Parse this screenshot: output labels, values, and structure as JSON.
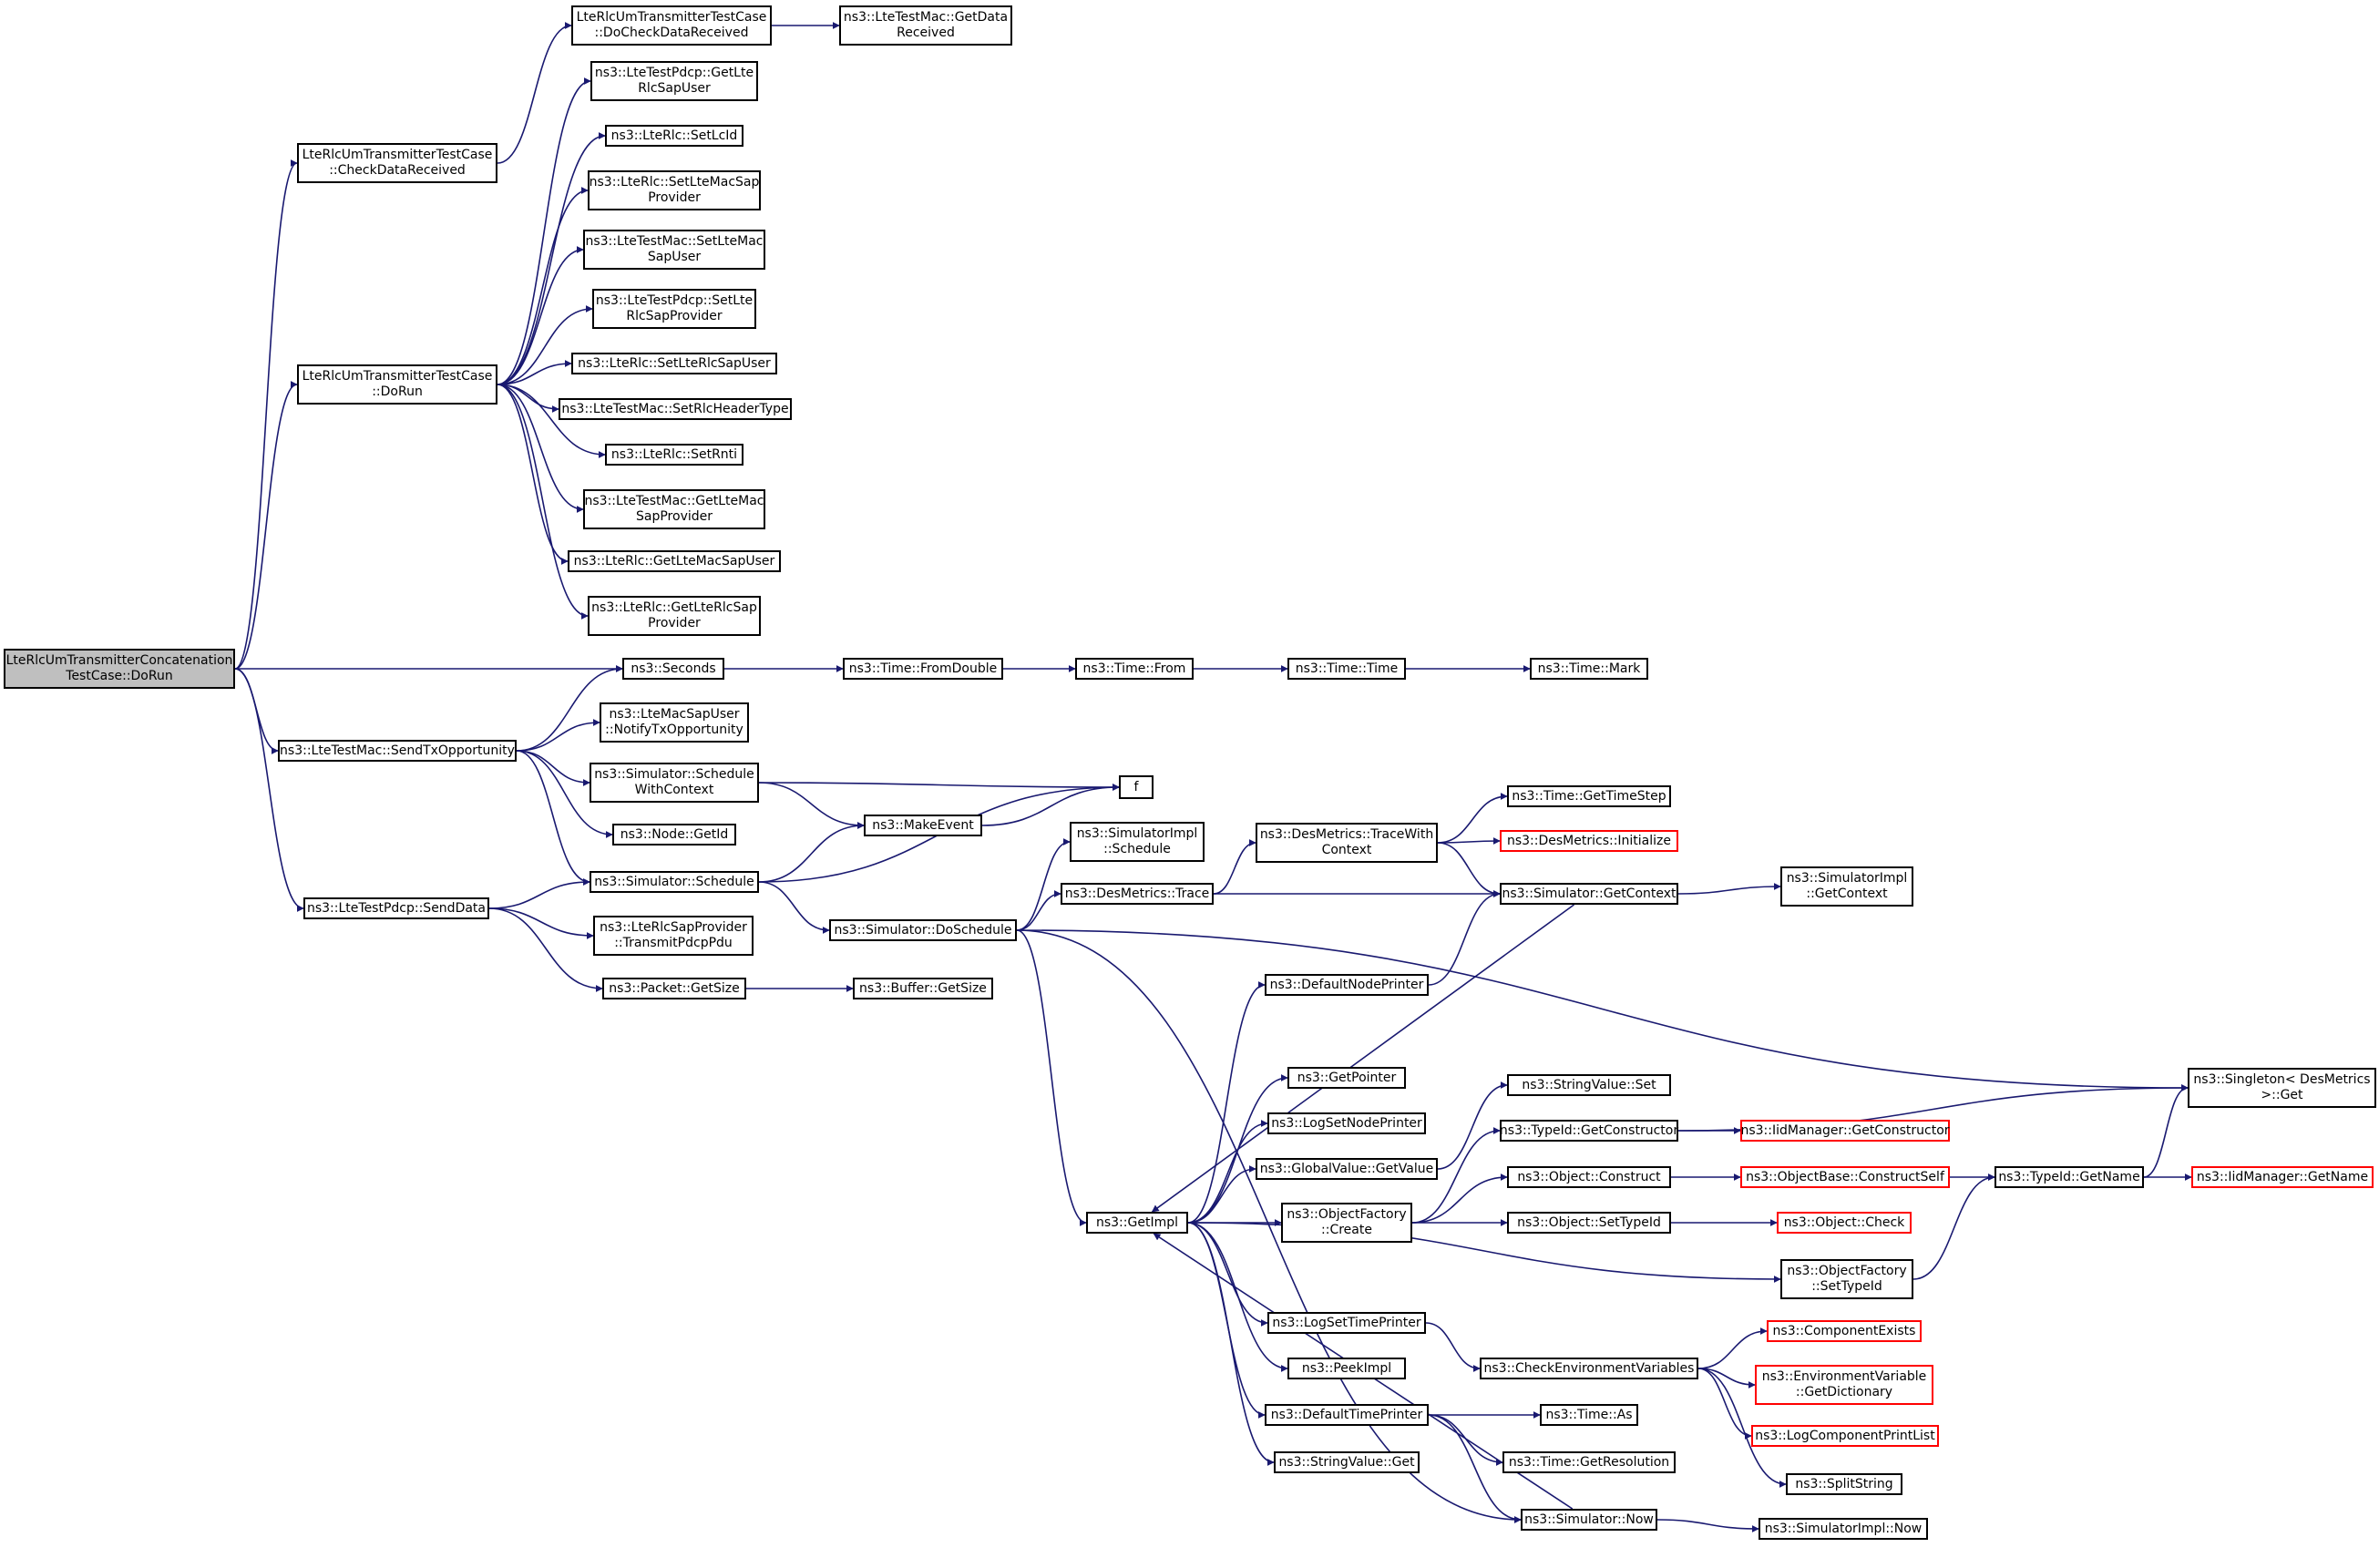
{
  "colors": {
    "edge": "#191970",
    "node_border": "#000000",
    "external_border": "#ff0000",
    "root_fill": "#bfbfbf"
  },
  "nodes": {
    "root": "LteRlcUmTransmitterConcatenation\nTestCase::DoRun",
    "check_data_received": "LteRlcUmTransmitterTestCase\n::CheckDataReceived",
    "do_check_data_received": "LteRlcUmTransmitterTestCase\n::DoCheckDataReceived",
    "mac_get_data_received": "ns3::LteTestMac::GetData\nReceived",
    "tester_dorun": "LteRlcUmTransmitterTestCase\n::DoRun",
    "pdcp_get_lte_rlc_sap_user": "ns3::LteTestPdcp::GetLte\nRlcSapUser",
    "rlc_set_lcid": "ns3::LteRlc::SetLcId",
    "rlc_set_lte_mac_sap_provider": "ns3::LteRlc::SetLteMacSap\nProvider",
    "mac_set_lte_mac_sap_user": "ns3::LteTestMac::SetLteMac\nSapUser",
    "pdcp_set_lte_rlc_sap_provider": "ns3::LteTestPdcp::SetLte\nRlcSapProvider",
    "rlc_set_lte_rlc_sap_user": "ns3::LteRlc::SetLteRlcSapUser",
    "mac_set_rlc_header_type": "ns3::LteTestMac::SetRlcHeaderType",
    "rlc_set_rnti": "ns3::LteRlc::SetRnti",
    "mac_get_lte_mac_sap_provider": "ns3::LteTestMac::GetLteMac\nSapProvider",
    "rlc_get_lte_mac_sap_user": "ns3::LteRlc::GetLteMacSapUser",
    "rlc_get_lte_rlc_sap_provider": "ns3::LteRlc::GetLteRlcSap\nProvider",
    "seconds": "ns3::Seconds",
    "time_from_double": "ns3::Time::FromDouble",
    "time_from": "ns3::Time::From",
    "time_time": "ns3::Time::Time",
    "time_mark": "ns3::Time::Mark",
    "send_tx_opportunity": "ns3::LteTestMac::SendTxOpportunity",
    "notify_tx_opportunity": "ns3::LteMacSapUser\n::NotifyTxOpportunity",
    "schedule_with_context": "ns3::Simulator::Schedule\nWithContext",
    "f": "f",
    "node_get_id": "ns3::Node::GetId",
    "make_event": "ns3::MakeEvent",
    "pdcp_send_data": "ns3::LteTestPdcp::SendData",
    "simulator_schedule": "ns3::Simulator::Schedule",
    "transmit_pdcp_pdu": "ns3::LteRlcSapProvider\n::TransmitPdcpPdu",
    "packet_get_size": "ns3::Packet::GetSize",
    "buffer_get_size": "ns3::Buffer::GetSize",
    "do_schedule": "ns3::Simulator::DoSchedule",
    "impl_schedule": "ns3::SimulatorImpl\n::Schedule",
    "des_trace": "ns3::DesMetrics::Trace",
    "des_trace_with_context": "ns3::DesMetrics::TraceWith\nContext",
    "time_get_time_step": "ns3::Time::GetTimeStep",
    "des_initialize": "ns3::DesMetrics::Initialize",
    "sim_get_context": "ns3::Simulator::GetContext",
    "impl_get_context": "ns3::SimulatorImpl\n::GetContext",
    "default_node_printer": "ns3::DefaultNodePrinter",
    "singleton_get": "ns3::Singleton< DesMetrics\n>::Get",
    "get_pointer": "ns3::GetPointer",
    "log_set_node_printer": "ns3::LogSetNodePrinter",
    "global_value_get_value": "ns3::GlobalValue::GetValue",
    "string_value_set": "ns3::StringValue::Set",
    "typeid_get_constructor": "ns3::TypeId::GetConstructor",
    "iid_get_constructor": "ns3::IidManager::GetConstructor",
    "get_impl": "ns3::GetImpl",
    "object_factory_create": "ns3::ObjectFactory\n::Create",
    "object_construct": "ns3::Object::Construct",
    "object_base_construct_self": "ns3::ObjectBase::ConstructSelf",
    "typeid_get_name": "ns3::TypeId::GetName",
    "iid_get_name": "ns3::IidManager::GetName",
    "object_set_typeid": "ns3::Object::SetTypeId",
    "object_check": "ns3::Object::Check",
    "object_factory_set_typeid": "ns3::ObjectFactory\n::SetTypeId",
    "log_set_time_printer": "ns3::LogSetTimePrinter",
    "check_env_vars": "ns3::CheckEnvironmentVariables",
    "component_exists": "ns3::ComponentExists",
    "env_get_dictionary": "ns3::EnvironmentVariable\n::GetDictionary",
    "peek_impl": "ns3::PeekImpl",
    "log_component_print_list": "ns3::LogComponentPrintList",
    "default_time_printer": "ns3::DefaultTimePrinter",
    "time_as": "ns3::Time::As",
    "split_string": "ns3::SplitString",
    "time_get_resolution": "ns3::Time::GetResolution",
    "string_value_get": "ns3::StringValue::Get",
    "simulator_now": "ns3::Simulator::Now",
    "impl_now": "ns3::SimulatorImpl::Now"
  },
  "external_nodes": [
    "des_initialize",
    "iid_get_constructor",
    "object_base_construct_self",
    "iid_get_name",
    "object_check",
    "component_exists",
    "env_get_dictionary",
    "log_component_print_list"
  ],
  "edges": [
    [
      "root",
      "check_data_received"
    ],
    [
      "root",
      "tester_dorun"
    ],
    [
      "root",
      "seconds"
    ],
    [
      "root",
      "send_tx_opportunity"
    ],
    [
      "root",
      "pdcp_send_data"
    ],
    [
      "check_data_received",
      "do_check_data_received"
    ],
    [
      "do_check_data_received",
      "mac_get_data_received"
    ],
    [
      "tester_dorun",
      "pdcp_get_lte_rlc_sap_user"
    ],
    [
      "tester_dorun",
      "rlc_set_lcid"
    ],
    [
      "tester_dorun",
      "rlc_set_lte_mac_sap_provider"
    ],
    [
      "tester_dorun",
      "mac_set_lte_mac_sap_user"
    ],
    [
      "tester_dorun",
      "pdcp_set_lte_rlc_sap_provider"
    ],
    [
      "tester_dorun",
      "rlc_set_lte_rlc_sap_user"
    ],
    [
      "tester_dorun",
      "mac_set_rlc_header_type"
    ],
    [
      "tester_dorun",
      "rlc_set_rnti"
    ],
    [
      "tester_dorun",
      "mac_get_lte_mac_sap_provider"
    ],
    [
      "tester_dorun",
      "rlc_get_lte_mac_sap_user"
    ],
    [
      "tester_dorun",
      "rlc_get_lte_rlc_sap_provider"
    ],
    [
      "seconds",
      "time_from_double"
    ],
    [
      "time_from_double",
      "time_from"
    ],
    [
      "time_from",
      "time_time"
    ],
    [
      "time_time",
      "time_mark"
    ],
    [
      "send_tx_opportunity",
      "seconds"
    ],
    [
      "send_tx_opportunity",
      "notify_tx_opportunity"
    ],
    [
      "send_tx_opportunity",
      "schedule_with_context"
    ],
    [
      "send_tx_opportunity",
      "node_get_id"
    ],
    [
      "send_tx_opportunity",
      "simulator_schedule"
    ],
    [
      "schedule_with_context",
      "f"
    ],
    [
      "schedule_with_context",
      "make_event"
    ],
    [
      "make_event",
      "f"
    ],
    [
      "pdcp_send_data",
      "simulator_schedule"
    ],
    [
      "pdcp_send_data",
      "transmit_pdcp_pdu"
    ],
    [
      "pdcp_send_data",
      "packet_get_size"
    ],
    [
      "simulator_schedule",
      "make_event"
    ],
    [
      "simulator_schedule",
      "f"
    ],
    [
      "simulator_schedule",
      "do_schedule"
    ],
    [
      "packet_get_size",
      "buffer_get_size"
    ],
    [
      "do_schedule",
      "impl_schedule"
    ],
    [
      "do_schedule",
      "des_trace"
    ],
    [
      "do_schedule",
      "singleton_get"
    ],
    [
      "do_schedule",
      "get_impl"
    ],
    [
      "do_schedule",
      "simulator_now"
    ],
    [
      "des_trace",
      "des_trace_with_context"
    ],
    [
      "des_trace",
      "sim_get_context"
    ],
    [
      "des_trace_with_context",
      "time_get_time_step"
    ],
    [
      "des_trace_with_context",
      "des_initialize"
    ],
    [
      "des_trace_with_context",
      "sim_get_context"
    ],
    [
      "sim_get_context",
      "impl_get_context"
    ],
    [
      "sim_get_context",
      "get_impl"
    ],
    [
      "default_node_printer",
      "sim_get_context"
    ],
    [
      "get_impl",
      "default_node_printer"
    ],
    [
      "get_impl",
      "get_pointer"
    ],
    [
      "get_impl",
      "log_set_node_printer"
    ],
    [
      "get_impl",
      "global_value_get_value"
    ],
    [
      "get_impl",
      "object_factory_create"
    ],
    [
      "get_impl",
      "object_factory_set_typeid"
    ],
    [
      "get_impl",
      "log_set_time_printer"
    ],
    [
      "get_impl",
      "peek_impl"
    ],
    [
      "get_impl",
      "default_time_printer"
    ],
    [
      "get_impl",
      "string_value_get"
    ],
    [
      "global_value_get_value",
      "string_value_set"
    ],
    [
      "object_factory_create",
      "typeid_get_constructor"
    ],
    [
      "object_factory_create",
      "object_construct"
    ],
    [
      "object_factory_create",
      "object_set_typeid"
    ],
    [
      "typeid_get_constructor",
      "iid_get_constructor"
    ],
    [
      "typeid_get_constructor",
      "singleton_get"
    ],
    [
      "object_construct",
      "object_base_construct_self"
    ],
    [
      "object_base_construct_self",
      "typeid_get_name"
    ],
    [
      "typeid_get_name",
      "iid_get_name"
    ],
    [
      "typeid_get_name",
      "singleton_get"
    ],
    [
      "object_set_typeid",
      "object_check"
    ],
    [
      "object_factory_set_typeid",
      "typeid_get_name"
    ],
    [
      "log_set_time_printer",
      "check_env_vars"
    ],
    [
      "check_env_vars",
      "component_exists"
    ],
    [
      "check_env_vars",
      "env_get_dictionary"
    ],
    [
      "check_env_vars",
      "log_component_print_list"
    ],
    [
      "check_env_vars",
      "split_string"
    ],
    [
      "default_time_printer",
      "time_as"
    ],
    [
      "default_time_printer",
      "time_get_resolution"
    ],
    [
      "default_time_printer",
      "simulator_now"
    ],
    [
      "simulator_now",
      "impl_now"
    ],
    [
      "simulator_now",
      "get_impl"
    ]
  ]
}
